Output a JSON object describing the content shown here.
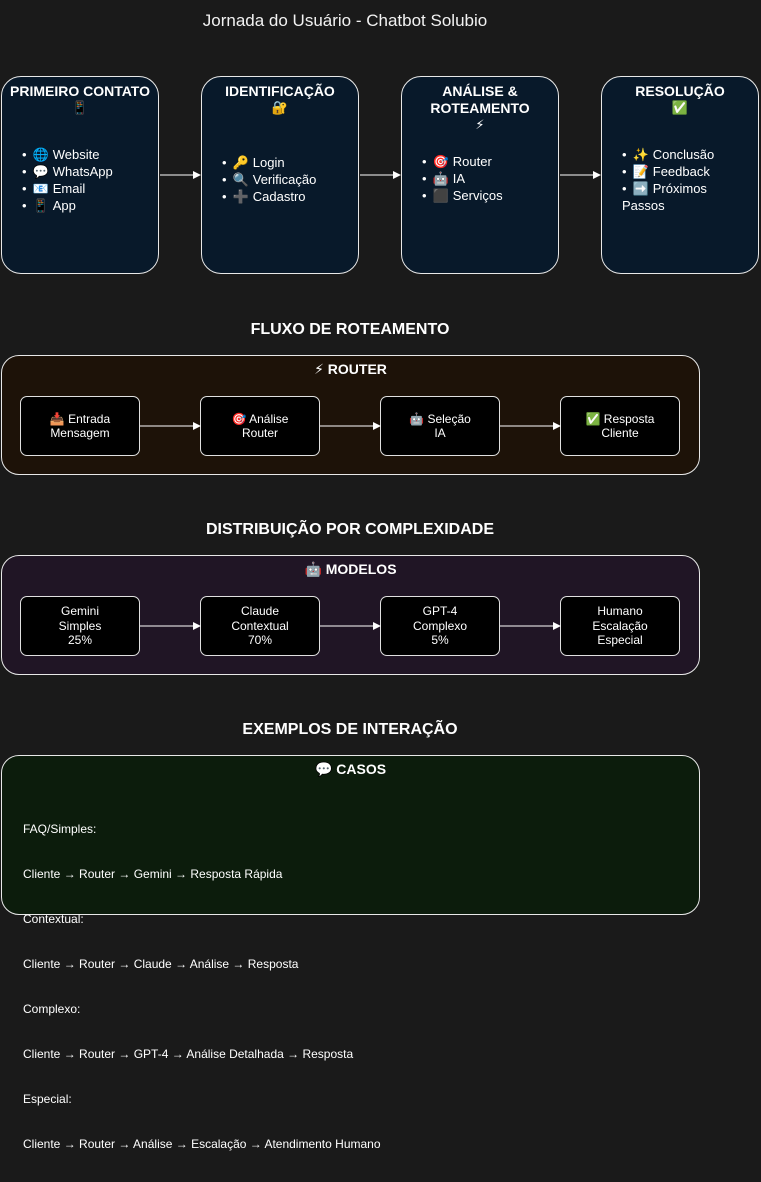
{
  "title": "Jornada do Usuário - Chatbot Solubio",
  "stages": [
    {
      "title_lines": [
        "PRIMEIRO CONTATO"
      ],
      "emoji": "📱",
      "items": [
        {
          "icon": "🌐",
          "text": "Website"
        },
        {
          "icon": "💬",
          "text": "WhatsApp"
        },
        {
          "icon": "📧",
          "text": "Email"
        },
        {
          "icon": "📱",
          "text": "App"
        }
      ]
    },
    {
      "title_lines": [
        "IDENTIFICAÇÃO"
      ],
      "emoji": "🔐",
      "items": [
        {
          "icon": "🔑",
          "text": "Login"
        },
        {
          "icon": "🔍",
          "text": "Verificação"
        },
        {
          "icon": "➕",
          "text": "Cadastro"
        }
      ]
    },
    {
      "title_lines": [
        "ANÁLISE &",
        "ROTEAMENTO"
      ],
      "emoji": "⚡",
      "items": [
        {
          "icon": "🎯",
          "text": "Router"
        },
        {
          "icon": "🤖",
          "text": "IA"
        },
        {
          "icon": "⬛",
          "text": "Serviços"
        }
      ]
    },
    {
      "title_lines": [
        "RESOLUÇÃO"
      ],
      "emoji": "✅",
      "items": [
        {
          "icon": "✨",
          "text": "Conclusão"
        },
        {
          "icon": "📝",
          "text": "Feedback"
        },
        {
          "icon": "➡️",
          "text": "Próximos Passos"
        }
      ]
    }
  ],
  "routing": {
    "heading": "FLUXO DE ROTEAMENTO",
    "panel_title": "⚡ ROUTER",
    "nodes": [
      {
        "lines": [
          "📥 Entrada",
          "Mensagem"
        ]
      },
      {
        "lines": [
          "🎯 Análise",
          "Router"
        ]
      },
      {
        "lines": [
          "🤖 Seleção",
          "IA"
        ]
      },
      {
        "lines": [
          "✅ Resposta",
          "Cliente"
        ]
      }
    ]
  },
  "distribution": {
    "heading": "DISTRIBUIÇÃO POR COMPLEXIDADE",
    "panel_title": "🤖 MODELOS",
    "nodes": [
      {
        "lines": [
          "Gemini",
          "Simples",
          "25%"
        ]
      },
      {
        "lines": [
          "Claude",
          "Contextual",
          "70%"
        ]
      },
      {
        "lines": [
          "GPT-4",
          "Complexo",
          "5%"
        ]
      },
      {
        "lines": [
          "Humano",
          "Escalação",
          "Especial"
        ]
      }
    ]
  },
  "examples": {
    "heading": "EXEMPLOS DE INTERAÇÃO",
    "panel_title": "💬 CASOS",
    "lines": [
      "FAQ/Simples:",
      "Cliente → Router → Gemini → Resposta Rápida",
      "Contextual:",
      "Cliente → Router → Claude → Análise → Resposta",
      "Complexo:",
      "Cliente → Router → GPT-4 → Análise Detalhada → Resposta",
      "Especial:",
      "Cliente → Router → Análise → Escalação → Atendimento Humano"
    ]
  },
  "colors": {
    "background": "#1a1a1a",
    "stage_fill": "#08192a",
    "router_panel_fill": "#1d1208",
    "models_panel_fill": "#201525",
    "cases_panel_fill": "#0c1c0c",
    "node_fill": "#000000",
    "stroke": "#e8e8e8"
  }
}
